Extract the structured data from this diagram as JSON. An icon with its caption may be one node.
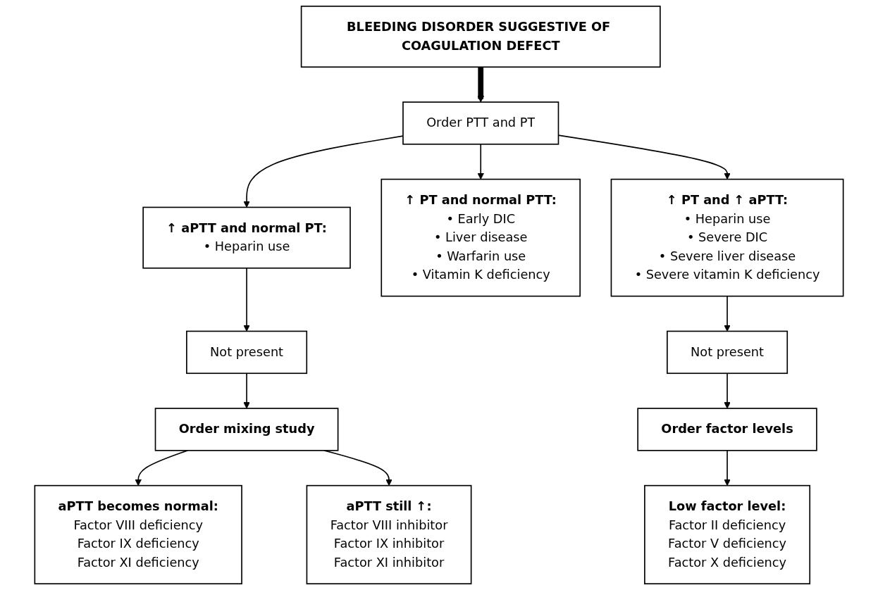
{
  "diagram": {
    "nodes": [
      {
        "text": [
          "BLEEDING DISORDER SUGGESTIVE OF COAGULATION DEFECT"
        ]
      },
      {
        "text": [
          "Order PTT and PT"
        ]
      },
      {
        "text": [
          "↑ aPTT and normal PT:",
          "• Heparin use"
        ]
      },
      {
        "text": [
          "↑ PT and normal PTT:",
          "• Early DIC",
          "• Liver disease",
          "• Warfarin use",
          "• Vitamin K deficiency"
        ]
      },
      {
        "text": [
          "↑ PT and ↑ aPTT:",
          "• Heparin use",
          "• Severe DIC",
          "• Severe liver disease",
          "• Severe vitamin K deficiency"
        ]
      },
      {
        "text": [
          "Not present"
        ]
      },
      {
        "text": [
          "Order mixing study"
        ]
      },
      {
        "text": [
          "aPTT becomes normal:",
          "Factor VIII deficiency",
          "Factor IX deficiency",
          "Factor XI deficiency"
        ]
      },
      {
        "text": [
          "aPTT still ↑:",
          "Factor VIII inhibitor",
          "Factor IX inhibitor",
          "Factor XI inhibitor"
        ]
      },
      {
        "text": [
          "Not present"
        ]
      },
      {
        "text": [
          "Order factor levels"
        ]
      },
      {
        "text": [
          "Low factor level:",
          "Factor II deficiency",
          "Factor V deficiency",
          "Factor X deficiency"
        ]
      }
    ],
    "edges": [
      {
        "from": 0,
        "to": 1,
        "arrow": "to",
        "style": "thick"
      },
      {
        "from": 1,
        "to": 2,
        "arrow": "to"
      },
      {
        "from": 1,
        "to": 3,
        "arrow": "to"
      },
      {
        "from": 1,
        "to": 4,
        "arrow": "to"
      },
      {
        "from": 2,
        "to": 5,
        "arrow": "to"
      },
      {
        "from": 5,
        "to": 6,
        "arrow": "to"
      },
      {
        "from": 6,
        "to": 7,
        "arrow": "to"
      },
      {
        "from": 6,
        "to": 8,
        "arrow": "to"
      },
      {
        "from": 4,
        "to": 9,
        "arrow": "to"
      },
      {
        "from": 9,
        "to": 10,
        "arrow": "to"
      },
      {
        "from": 10,
        "to": 11,
        "arrow": "to"
      }
    ]
  }
}
